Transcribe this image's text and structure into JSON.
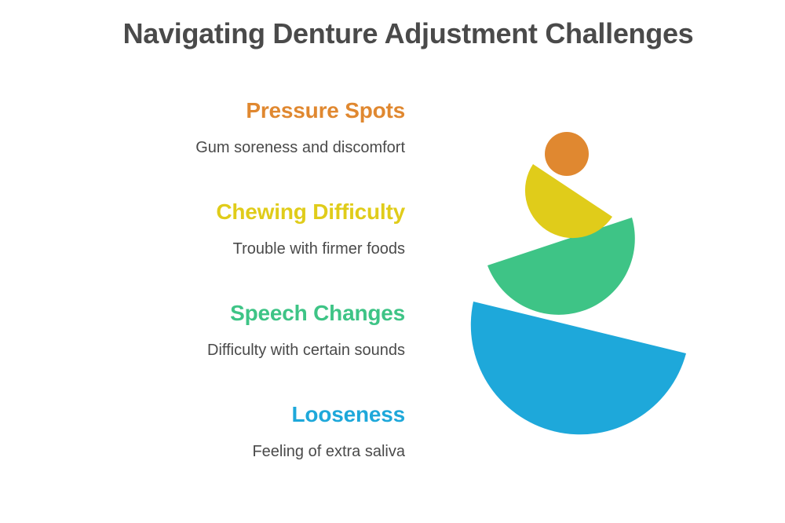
{
  "title": "Navigating Denture Adjustment Challenges",
  "items": [
    {
      "heading": "Pressure Spots",
      "description": "Gum soreness and discomfort",
      "color": "#E08830",
      "shape": "circle"
    },
    {
      "heading": "Chewing Difficulty",
      "description": "Trouble with firmer foods",
      "color": "#E0CC1A",
      "shape": "tilted-half-circle-small"
    },
    {
      "heading": "Speech Changes",
      "description": "Difficulty with certain sounds",
      "color": "#3EC486",
      "shape": "tilted-half-circle-medium"
    },
    {
      "heading": "Looseness",
      "description": "Feeling of extra saliva",
      "color": "#1EA8DA",
      "shape": "tilted-half-circle-large"
    }
  ],
  "colors": {
    "title": "#4A4A4A",
    "description": "#4A4A4A",
    "background": "#FFFFFF"
  }
}
